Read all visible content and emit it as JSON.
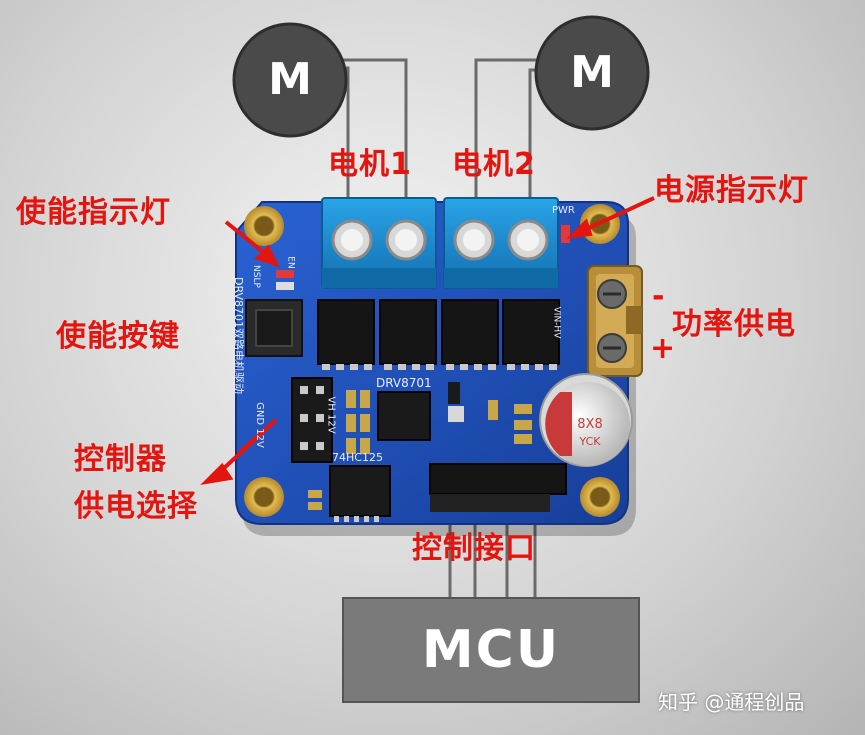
{
  "motors": [
    {
      "letter": "M",
      "label": "电机1"
    },
    {
      "letter": "M",
      "label": "电机2"
    }
  ],
  "mcu": {
    "label": "MCU"
  },
  "annotations": {
    "enable_led": "使能指示灯",
    "power_led": "电源指示灯",
    "power_supply": "功率供电",
    "enable_button": "使能按键",
    "controller_supply_line1": "控制器",
    "controller_supply_line2": "供电选择",
    "control_interface": "控制接口",
    "minus": "-",
    "plus": "+"
  },
  "board": {
    "chip_label": "DRV8701",
    "ic_label": "74HC125",
    "side_text": "DRV8701双路电机驱动",
    "nslp": "NSLP",
    "en": "EN",
    "gnd_12v": "GND 12V",
    "vh_12v": "VH 12V",
    "pwr": "PWR",
    "vin_hv": "VIN-HV",
    "capacitor_value": "8X8",
    "capacitor_brand": "YCK"
  },
  "watermark": "知乎 @通程创品",
  "colors": {
    "annotation": "#e4140f",
    "board": "#1f4fb8",
    "terminal": "#1a8ed2",
    "pad": "#d4a83a",
    "motor": "#4a4a4a",
    "mcu": "#7a7a7a"
  }
}
